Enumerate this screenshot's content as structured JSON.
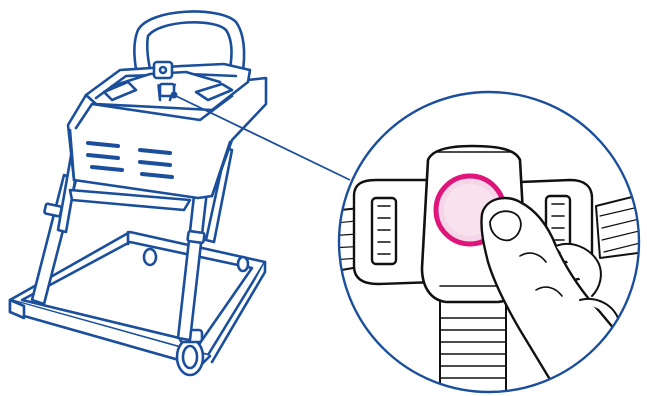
{
  "illustration": {
    "subject": "high-chair-harness-buckle-release",
    "colors": {
      "outline": "#1b4f9c",
      "fill": "#ffffff",
      "button_ring": "#e0157b",
      "button_fill": "#f4d6e8",
      "buckle_outline": "#111111",
      "strap_fill": "#ffffff",
      "hand_outline": "#111111"
    },
    "icons": [
      "high-chair",
      "harness-buckle",
      "thumb-press"
    ]
  }
}
